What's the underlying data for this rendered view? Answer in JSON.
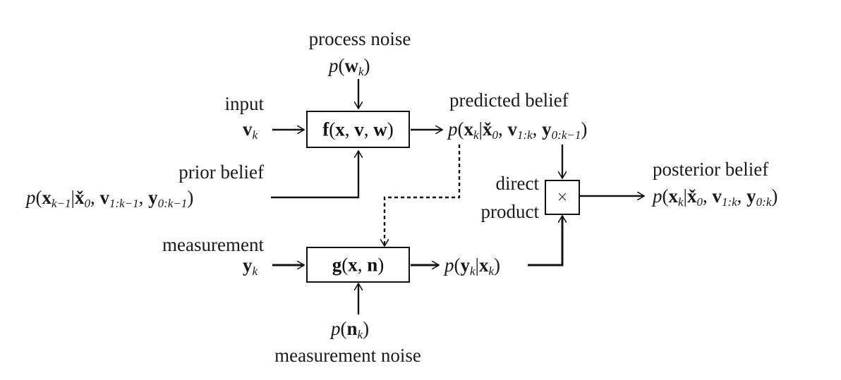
{
  "labels": {
    "process_noise": "process noise",
    "input": "input",
    "predicted_belief": "predicted belief",
    "prior_belief": "prior belief",
    "posterior_belief": "posterior belief",
    "direct": "direct",
    "product": "product",
    "measurement": "measurement",
    "measurement_noise": "measurement noise"
  },
  "math": {
    "p": "p",
    "x_bold": "x",
    "v_bold": "v",
    "w_bold": "w",
    "y_bold": "y",
    "n_bold": "n",
    "f_bold": "f",
    "g_bold": "g",
    "k": "k",
    "k_minus_1": "k−1",
    "zero": "0",
    "one_to_k": "1:k",
    "one_to_k_minus_1": "1:k−1",
    "zero_to_k": "0:k",
    "zero_to_k_minus_1": "0:k−1",
    "x_check": "x̌",
    "times": "×"
  }
}
